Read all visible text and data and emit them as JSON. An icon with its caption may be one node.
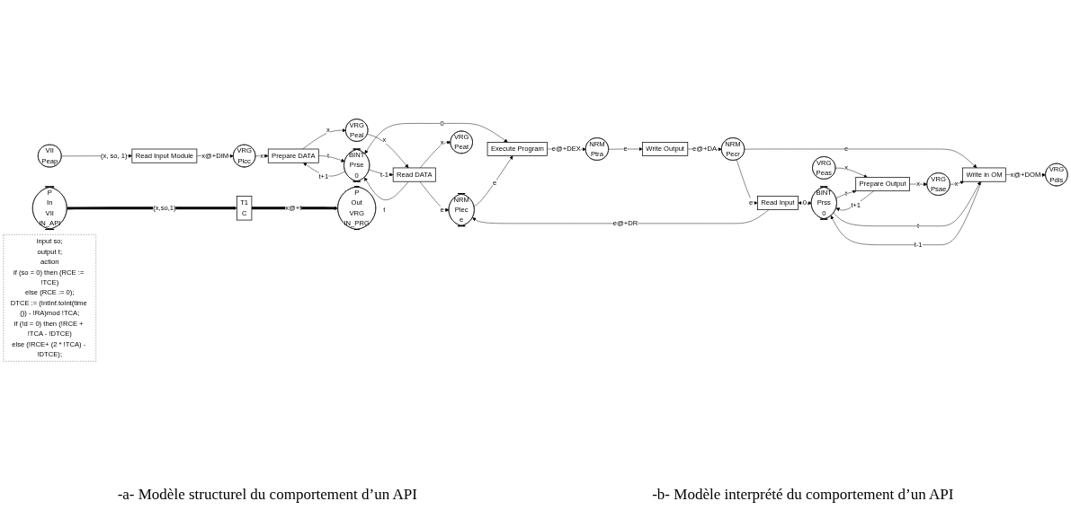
{
  "diagram": {
    "nodes": [
      {
        "text": [
          "VII",
          "Peap"
        ]
      },
      {
        "text": [
          "Read Input Module"
        ]
      },
      {
        "text": [
          "VRG",
          "Plcc"
        ]
      },
      {
        "text": [
          "Prepare DATA"
        ]
      },
      {
        "text": [
          "BINT",
          "Prse",
          "0"
        ]
      },
      {
        "text": [
          "VRG",
          "Peal"
        ]
      },
      {
        "text": [
          "NRM",
          "Plec",
          "e"
        ]
      },
      {
        "text": [
          "Read DATA"
        ]
      },
      {
        "text": [
          "Execute Program"
        ]
      },
      {
        "text": [
          "VRG",
          "Peat"
        ]
      },
      {
        "text": [
          "NRM",
          "Ptra"
        ]
      },
      {
        "text": [
          "Write Output"
        ]
      },
      {
        "text": [
          "VRG",
          "Peas"
        ]
      },
      {
        "text": [
          "NRM",
          "Pecr"
        ]
      },
      {
        "text": [
          "Prepare Output"
        ]
      },
      {
        "text": [
          "Read Input"
        ]
      },
      {
        "text": [
          "BINT",
          "Prss",
          "0"
        ]
      },
      {
        "text": [
          "VRG",
          "Psae"
        ]
      },
      {
        "text": [
          "Write in OM"
        ]
      },
      {
        "text": [
          "VRG",
          "Pdis"
        ]
      },
      {
        "text": [
          "P",
          "In",
          "VII",
          "IN_API"
        ]
      },
      {
        "text": [
          "T1",
          "C"
        ]
      },
      {
        "text": [
          "input so;",
          "output t;",
          "action",
          "if (so = 0) then (RCE := !TCE)",
          "else (RCE := 0);",
          "DTCE := (IntInf.toInt(time ()) - !RA)mod !TCA;",
          "if (!d = 0) then (!RCE + !TCA - !DTCE)",
          "else (!RCE+ (2 * !TCA) - !DTCE);"
        ]
      },
      {
        "text": [
          "P",
          "Out",
          "VRG",
          "IN_PRG"
        ]
      }
    ],
    "edges": [
      {
        "from": 0,
        "to": 1,
        "arrow": "to",
        "label": "(x, so, 1)"
      },
      {
        "from": 1,
        "to": 2,
        "arrow": "to",
        "label": "x@+DIM"
      },
      {
        "from": 2,
        "to": 3,
        "arrow": "to",
        "label": "x"
      },
      {
        "from": 4,
        "to": 3,
        "arrow": "to",
        "label": "t+1"
      },
      {
        "from": 3,
        "to": 4,
        "arrow": "to",
        "label": "t"
      },
      {
        "from": 3,
        "to": 5,
        "arrow": "to",
        "label": "x"
      },
      {
        "from": 5,
        "to": 7,
        "arrow": "to",
        "label": "x"
      },
      {
        "from": 4,
        "to": 7,
        "arrow": "to",
        "label": "t-1"
      },
      {
        "from": 7,
        "to": 4,
        "arrow": "to",
        "label": "t"
      },
      {
        "from": 7,
        "to": 9,
        "arrow": "to",
        "label": "x"
      },
      {
        "from": 7,
        "to": 6,
        "arrow": "to",
        "label": "e"
      },
      {
        "from": 4,
        "to": 8,
        "arrow": "both",
        "label": "0"
      },
      {
        "from": 6,
        "to": 8,
        "arrow": "to",
        "label": "e"
      },
      {
        "from": 8,
        "to": 10,
        "arrow": "to",
        "label": "e@+DEX"
      },
      {
        "from": 10,
        "to": 11,
        "arrow": "to",
        "label": "e"
      },
      {
        "from": 11,
        "to": 13,
        "arrow": "to",
        "label": "e@+DA"
      },
      {
        "from": 13,
        "to": 15,
        "arrow": "to",
        "label": "e"
      },
      {
        "from": 15,
        "to": 6,
        "arrow": "to",
        "label": "e@+DR"
      },
      {
        "from": 15,
        "to": 16,
        "arrow": "both",
        "label": "0"
      },
      {
        "from": 13,
        "to": 18,
        "arrow": "to",
        "label": "e"
      },
      {
        "from": 12,
        "to": 14,
        "arrow": "to",
        "label": "x"
      },
      {
        "from": 16,
        "to": 14,
        "arrow": "to",
        "label": "t"
      },
      {
        "from": 14,
        "to": 16,
        "arrow": "to",
        "label": "t+1"
      },
      {
        "from": 14,
        "to": 17,
        "arrow": "to",
        "label": "x"
      },
      {
        "from": 17,
        "to": 18,
        "arrow": "to",
        "label": "x"
      },
      {
        "from": 18,
        "to": 16,
        "arrow": "to",
        "label": "t-1"
      },
      {
        "from": 16,
        "to": 18,
        "arrow": "to",
        "label": "t"
      },
      {
        "from": 18,
        "to": 19,
        "arrow": "to",
        "label": "x@+DOM"
      },
      {
        "from": 20,
        "to": 21,
        "arrow": "to",
        "label": "(x,so,1)",
        "style": "thick"
      },
      {
        "from": 21,
        "to": 23,
        "arrow": "to",
        "label": "x@+t",
        "style": "thick"
      }
    ],
    "labels": [
      "-a- Modèle structurel du comportement d’un API",
      "-b- Modèle interprété du comportement d’un API"
    ]
  }
}
